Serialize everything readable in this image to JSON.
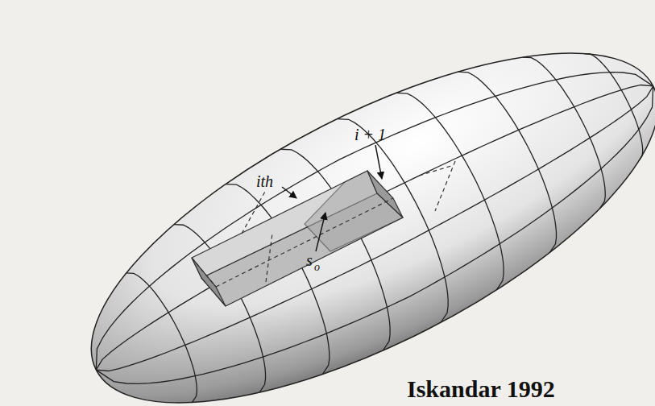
{
  "diagram": {
    "labels": [
      "ith",
      "i + 1",
      "s",
      "o",
      "Iskandar 1992"
    ]
  }
}
